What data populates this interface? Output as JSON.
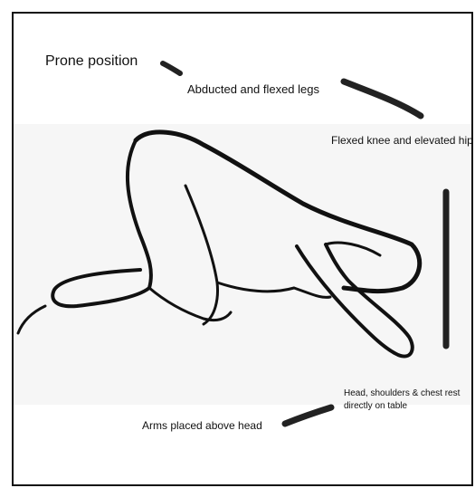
{
  "diagram": {
    "title": "Prone position",
    "labels": {
      "legs": "Abducted and flexed legs",
      "knee_hip": "Flexed knee and elevated hip",
      "head_chest": "Head, shoulders & chest rest directly on table",
      "arms": "Arms placed above head"
    }
  }
}
